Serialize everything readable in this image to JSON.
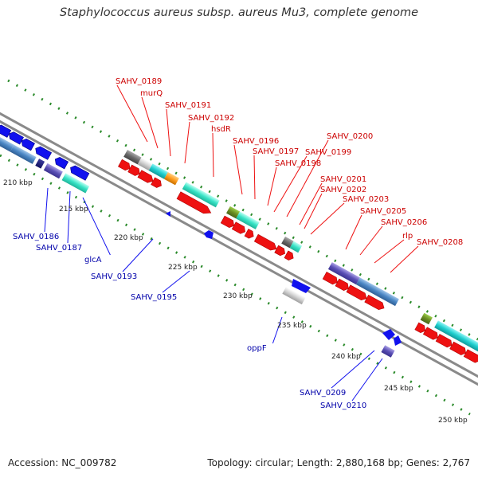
{
  "title": "Staphylococcus aureus subsp. aureus Mu3, complete genome",
  "footer": {
    "accession": "Accession: NC_009782",
    "summary": "Topology: circular; Length: 2,880,168 bp; Genes: 2,767"
  },
  "colors": {
    "forward_gene": "#ee1111",
    "reverse_gene": "#1111ee",
    "forward_label": "#cc0000",
    "reverse_label": "#0000aa",
    "backbone": "#8a8a8a",
    "gc_dots": "#2a8a2a"
  },
  "kbp_labels": [
    "210 kbp",
    "215 kbp",
    "220 kbp",
    "225 kbp",
    "230 kbp",
    "235 kbp",
    "240 kbp",
    "245 kbp",
    "250 kbp"
  ],
  "forward_labels": [
    "SAHV_0189",
    "murQ",
    "SAHV_0191",
    "SAHV_0192",
    "hsdR",
    "SAHV_0196",
    "SAHV_0197",
    "SAHV_0198",
    "SAHV_0199",
    "SAHV_0200",
    "SAHV_0201",
    "SAHV_0202",
    "SAHV_0203",
    "SAHV_0205",
    "SAHV_0206",
    "rlp",
    "SAHV_0208"
  ],
  "reverse_labels": [
    "SAHV_0186",
    "SAHV_0187",
    "glcA",
    "SAHV_0193",
    "SAHV_0195",
    "oppF",
    "SAHV_0209",
    "SAHV_0210"
  ]
}
